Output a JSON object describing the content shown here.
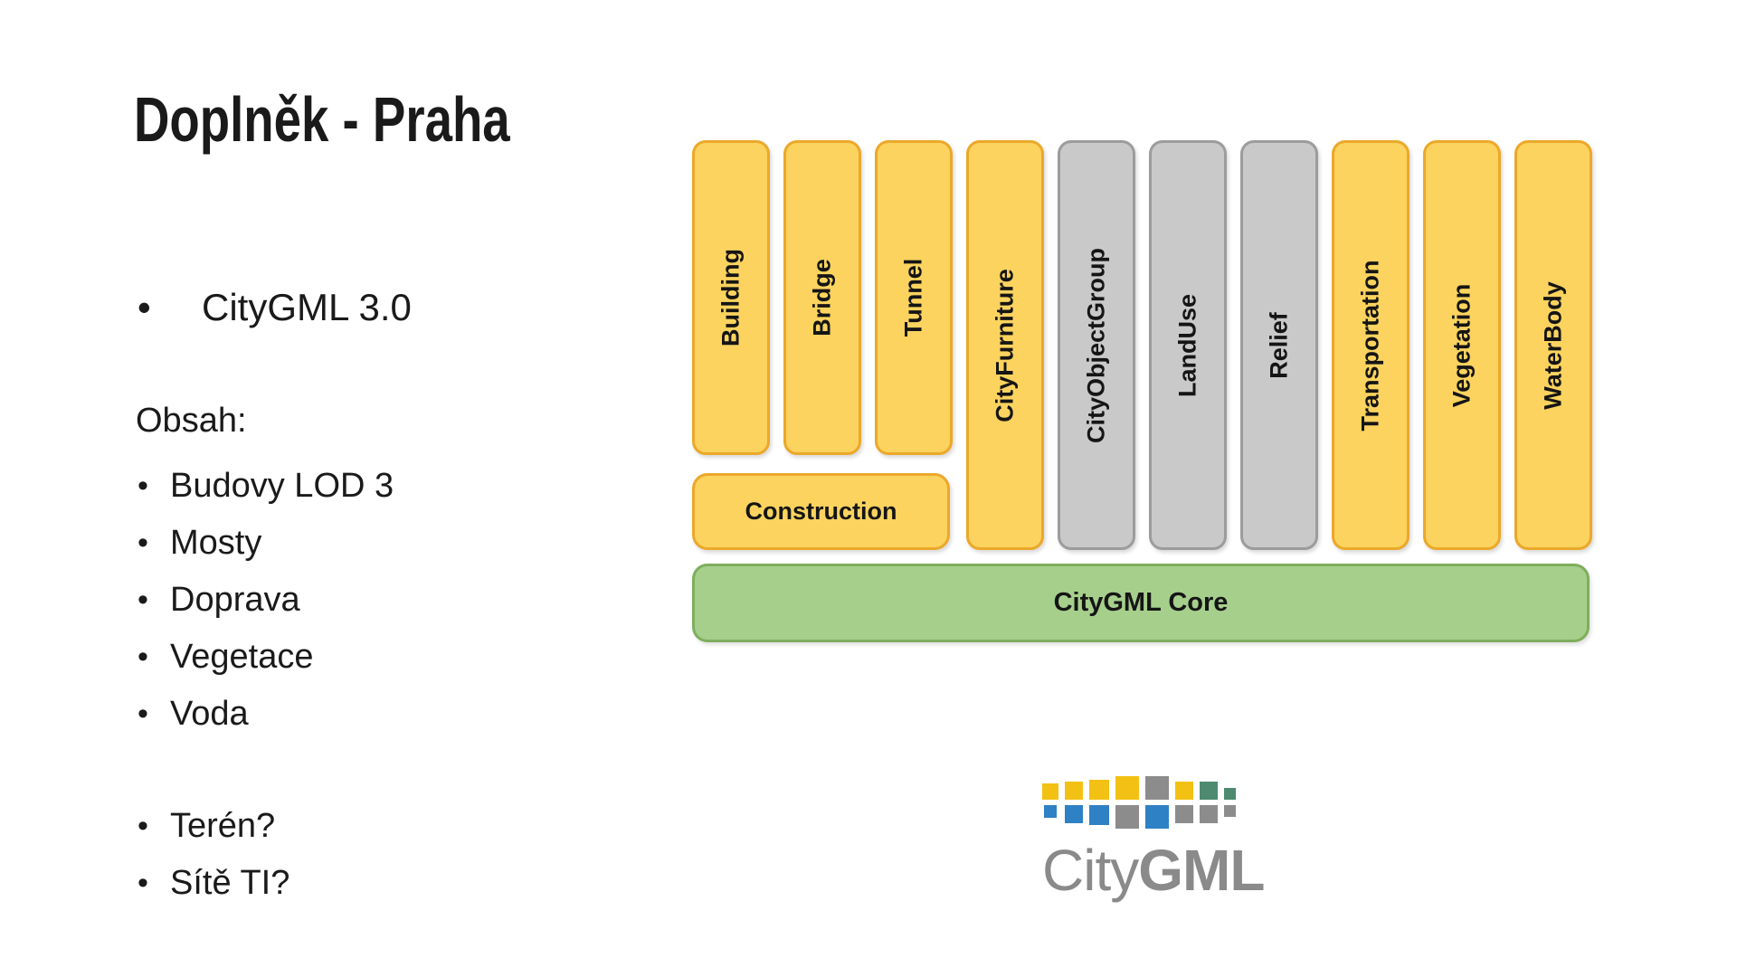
{
  "slide": {
    "title": "Doplněk - Praha",
    "bullet_glyph": "•",
    "intro_bullet": "CityGML 3.0",
    "list_heading": "Obsah:",
    "list_items": [
      "Budovy LOD 3",
      "Mosty",
      "Doprava",
      "Vegetace",
      "Voda"
    ],
    "question_items": [
      "Terén?",
      "Sítě TI?"
    ],
    "text_color": "#1A1A1A"
  },
  "diagram": {
    "modules": [
      {
        "label": "Building",
        "color": "yellow",
        "size": "short"
      },
      {
        "label": "Bridge",
        "color": "yellow",
        "size": "short"
      },
      {
        "label": "Tunnel",
        "color": "yellow",
        "size": "short"
      },
      {
        "label": "CityFurniture",
        "color": "yellow",
        "size": "tall"
      },
      {
        "label": "CityObjectGroup",
        "color": "gray",
        "size": "tall"
      },
      {
        "label": "LandUse",
        "color": "gray",
        "size": "tall"
      },
      {
        "label": "Relief",
        "color": "gray",
        "size": "tall"
      },
      {
        "label": "Transportation",
        "color": "yellow",
        "size": "tall"
      },
      {
        "label": "Vegetation",
        "color": "yellow",
        "size": "tall"
      },
      {
        "label": "WaterBody",
        "color": "yellow",
        "size": "tall"
      }
    ],
    "construction_label": "Construction",
    "core_label": "CityGML Core",
    "colors": {
      "yellow_fill": "#FBD35E",
      "yellow_border": "#ECA82A",
      "gray_fill": "#C9C9C9",
      "gray_border": "#9C9C9C",
      "green_fill": "#A6CF8C",
      "green_border": "#7FAE5C"
    }
  },
  "logo": {
    "word_light": "City",
    "word_bold": "GML",
    "text_color": "#8A8A8A",
    "palette": {
      "yellow": "#F2C113",
      "blue": "#2E81C4",
      "gray": "#8C8C8C",
      "green": "#4E8A70"
    },
    "squares_top": [
      {
        "size": 18,
        "color": "yellow"
      },
      {
        "size": 20,
        "color": "yellow"
      },
      {
        "size": 22,
        "color": "yellow"
      },
      {
        "size": 26,
        "color": "yellow"
      },
      {
        "size": 26,
        "color": "gray"
      },
      {
        "size": 20,
        "color": "yellow"
      },
      {
        "size": 20,
        "color": "green"
      },
      {
        "size": 13,
        "color": "green"
      }
    ],
    "squares_bottom": [
      {
        "size": 14,
        "color": "blue"
      },
      {
        "size": 20,
        "color": "blue"
      },
      {
        "size": 22,
        "color": "blue"
      },
      {
        "size": 26,
        "color": "gray"
      },
      {
        "size": 26,
        "color": "blue"
      },
      {
        "size": 20,
        "color": "gray"
      },
      {
        "size": 20,
        "color": "gray"
      },
      {
        "size": 13,
        "color": "gray"
      }
    ]
  }
}
